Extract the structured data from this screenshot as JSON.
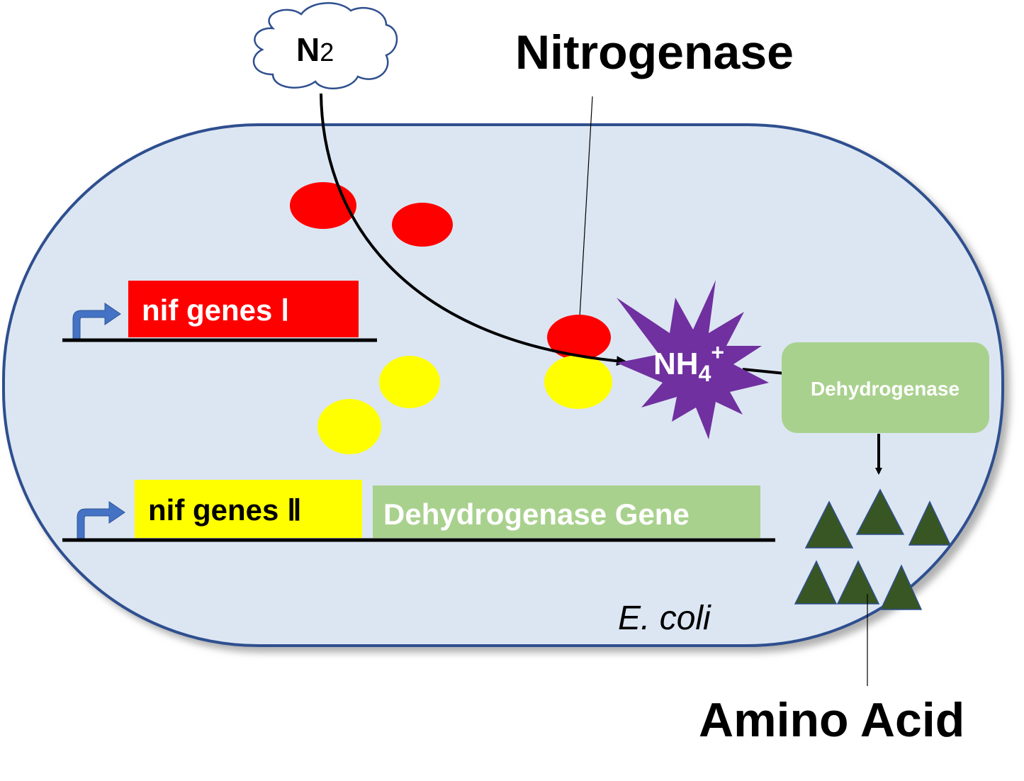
{
  "n2": {
    "main": "N",
    "sub": "2"
  },
  "nitrogenase_label": "Nitrogenase",
  "nh4": {
    "main": "NH",
    "sub": "4",
    "sup": "+"
  },
  "gene1_label": "nif genes Ⅰ",
  "gene2_label": "nif genes Ⅱ",
  "dehydrogenase_gene_label": "Dehydrogenase Gene",
  "dehydrogenase_enzyme_label": "Dehydrogenase",
  "ecoli_label": "E. coli",
  "amino_acid_label": "Amino Acid",
  "colors": {
    "cell_fill": "#dce6f2",
    "cell_stroke": "#2f4f8f",
    "nif1": "#ff0000",
    "nif2": "#ffff00",
    "dehydrogenase": "#a9d18e",
    "nh4_star": "#7030a0",
    "amino_acid": "#375623",
    "promoter_arrow": "#4472c4"
  },
  "icons": [
    "cloud-icon",
    "promoter-arrow-icon",
    "star-burst-icon",
    "triangle-icon"
  ]
}
